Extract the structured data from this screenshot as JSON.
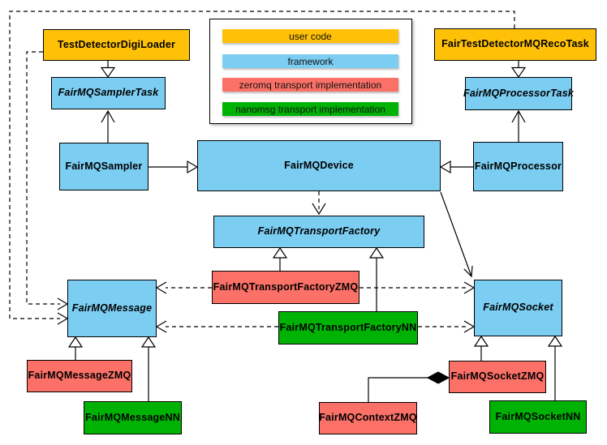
{
  "diagram": {
    "category_colors": {
      "user_code": "#FFC107",
      "framework": "#7BCDF2",
      "zeromq": "#FB7168",
      "nanomsg": "#00B204"
    },
    "legend": {
      "items": [
        {
          "label": "user code",
          "category": "user_code"
        },
        {
          "label": "framework",
          "category": "framework"
        },
        {
          "label": "zeromq transport implementation",
          "category": "zeromq"
        },
        {
          "label": "nanomsg transport implementation",
          "category": "nanomsg"
        }
      ]
    },
    "nodes": [
      {
        "id": "TestDetectorDigiLoader",
        "label": "TestDetectorDigiLoader",
        "category": "user_code",
        "abstract": false
      },
      {
        "id": "FairTestDetectorMQRecoTask",
        "label": "FairTestDetectorMQRecoTask",
        "category": "user_code",
        "abstract": false
      },
      {
        "id": "FairMQSamplerTask",
        "label": "FairMQSamplerTask",
        "category": "framework",
        "abstract": true
      },
      {
        "id": "FairMQProcessorTask",
        "label": "FairMQProcessorTask",
        "category": "framework",
        "abstract": true
      },
      {
        "id": "FairMQSampler",
        "label": "FairMQSampler",
        "category": "framework",
        "abstract": false
      },
      {
        "id": "FairMQDevice",
        "label": "FairMQDevice",
        "category": "framework",
        "abstract": false
      },
      {
        "id": "FairMQProcessor",
        "label": "FairMQProcessor",
        "category": "framework",
        "abstract": false
      },
      {
        "id": "FairMQTransportFactory",
        "label": "FairMQTransportFactory",
        "category": "framework",
        "abstract": true
      },
      {
        "id": "FairMQTransportFactoryZMQ",
        "label": "FairMQTransportFactoryZMQ",
        "category": "zeromq",
        "abstract": false
      },
      {
        "id": "FairMQTransportFactoryNN",
        "label": "FairMQTransportFactoryNN",
        "category": "nanomsg",
        "abstract": false
      },
      {
        "id": "FairMQMessage",
        "label": "FairMQMessage",
        "category": "framework",
        "abstract": true
      },
      {
        "id": "FairMQSocket",
        "label": "FairMQSocket",
        "category": "framework",
        "abstract": true
      },
      {
        "id": "FairMQMessageZMQ",
        "label": "FairMQMessageZMQ",
        "category": "zeromq",
        "abstract": false
      },
      {
        "id": "FairMQMessageNN",
        "label": "FairMQMessageNN",
        "category": "nanomsg",
        "abstract": false
      },
      {
        "id": "FairMQContextZMQ",
        "label": "FairMQContextZMQ",
        "category": "zeromq",
        "abstract": false
      },
      {
        "id": "FairMQSocketZMQ",
        "label": "FairMQSocketZMQ",
        "category": "zeromq",
        "abstract": false
      },
      {
        "id": "FairMQSocketNN",
        "label": "FairMQSocketNN",
        "category": "nanomsg",
        "abstract": false
      }
    ],
    "edges": [
      {
        "from": "TestDetectorDigiLoader",
        "to": "FairMQSamplerTask",
        "type": "inheritance"
      },
      {
        "from": "FairTestDetectorMQRecoTask",
        "to": "FairMQProcessorTask",
        "type": "inheritance"
      },
      {
        "from": "FairMQSampler",
        "to": "FairMQSamplerTask",
        "type": "inheritance"
      },
      {
        "from": "FairMQProcessor",
        "to": "FairMQProcessorTask",
        "type": "inheritance"
      },
      {
        "from": "FairMQSampler",
        "to": "FairMQDevice",
        "type": "inheritance"
      },
      {
        "from": "FairMQProcessor",
        "to": "FairMQDevice",
        "type": "inheritance"
      },
      {
        "from": "FairMQTransportFactoryZMQ",
        "to": "FairMQTransportFactory",
        "type": "inheritance"
      },
      {
        "from": "FairMQTransportFactoryNN",
        "to": "FairMQTransportFactory",
        "type": "inheritance"
      },
      {
        "from": "FairMQMessageZMQ",
        "to": "FairMQMessage",
        "type": "inheritance"
      },
      {
        "from": "FairMQMessageNN",
        "to": "FairMQMessage",
        "type": "inheritance"
      },
      {
        "from": "FairMQSocketZMQ",
        "to": "FairMQSocket",
        "type": "inheritance"
      },
      {
        "from": "FairMQSocketNN",
        "to": "FairMQSocket",
        "type": "inheritance"
      },
      {
        "from": "FairTestDetectorMQRecoTask",
        "to": "FairMQMessage",
        "type": "dependency"
      },
      {
        "from": "TestDetectorDigiLoader",
        "to": "FairMQMessage",
        "type": "dependency"
      },
      {
        "from": "FairMQDevice",
        "to": "FairMQTransportFactory",
        "type": "dependency"
      },
      {
        "from": "FairMQTransportFactoryZMQ",
        "to": "FairMQMessage",
        "type": "dependency"
      },
      {
        "from": "FairMQTransportFactoryZMQ",
        "to": "FairMQSocket",
        "type": "dependency"
      },
      {
        "from": "FairMQTransportFactoryNN",
        "to": "FairMQMessage",
        "type": "dependency"
      },
      {
        "from": "FairMQTransportFactoryNN",
        "to": "FairMQSocket",
        "type": "dependency"
      },
      {
        "from": "FairMQDevice",
        "to": "FairMQSocket",
        "type": "association"
      },
      {
        "from": "FairMQSocketZMQ",
        "to": "FairMQContextZMQ",
        "type": "composition"
      }
    ]
  }
}
